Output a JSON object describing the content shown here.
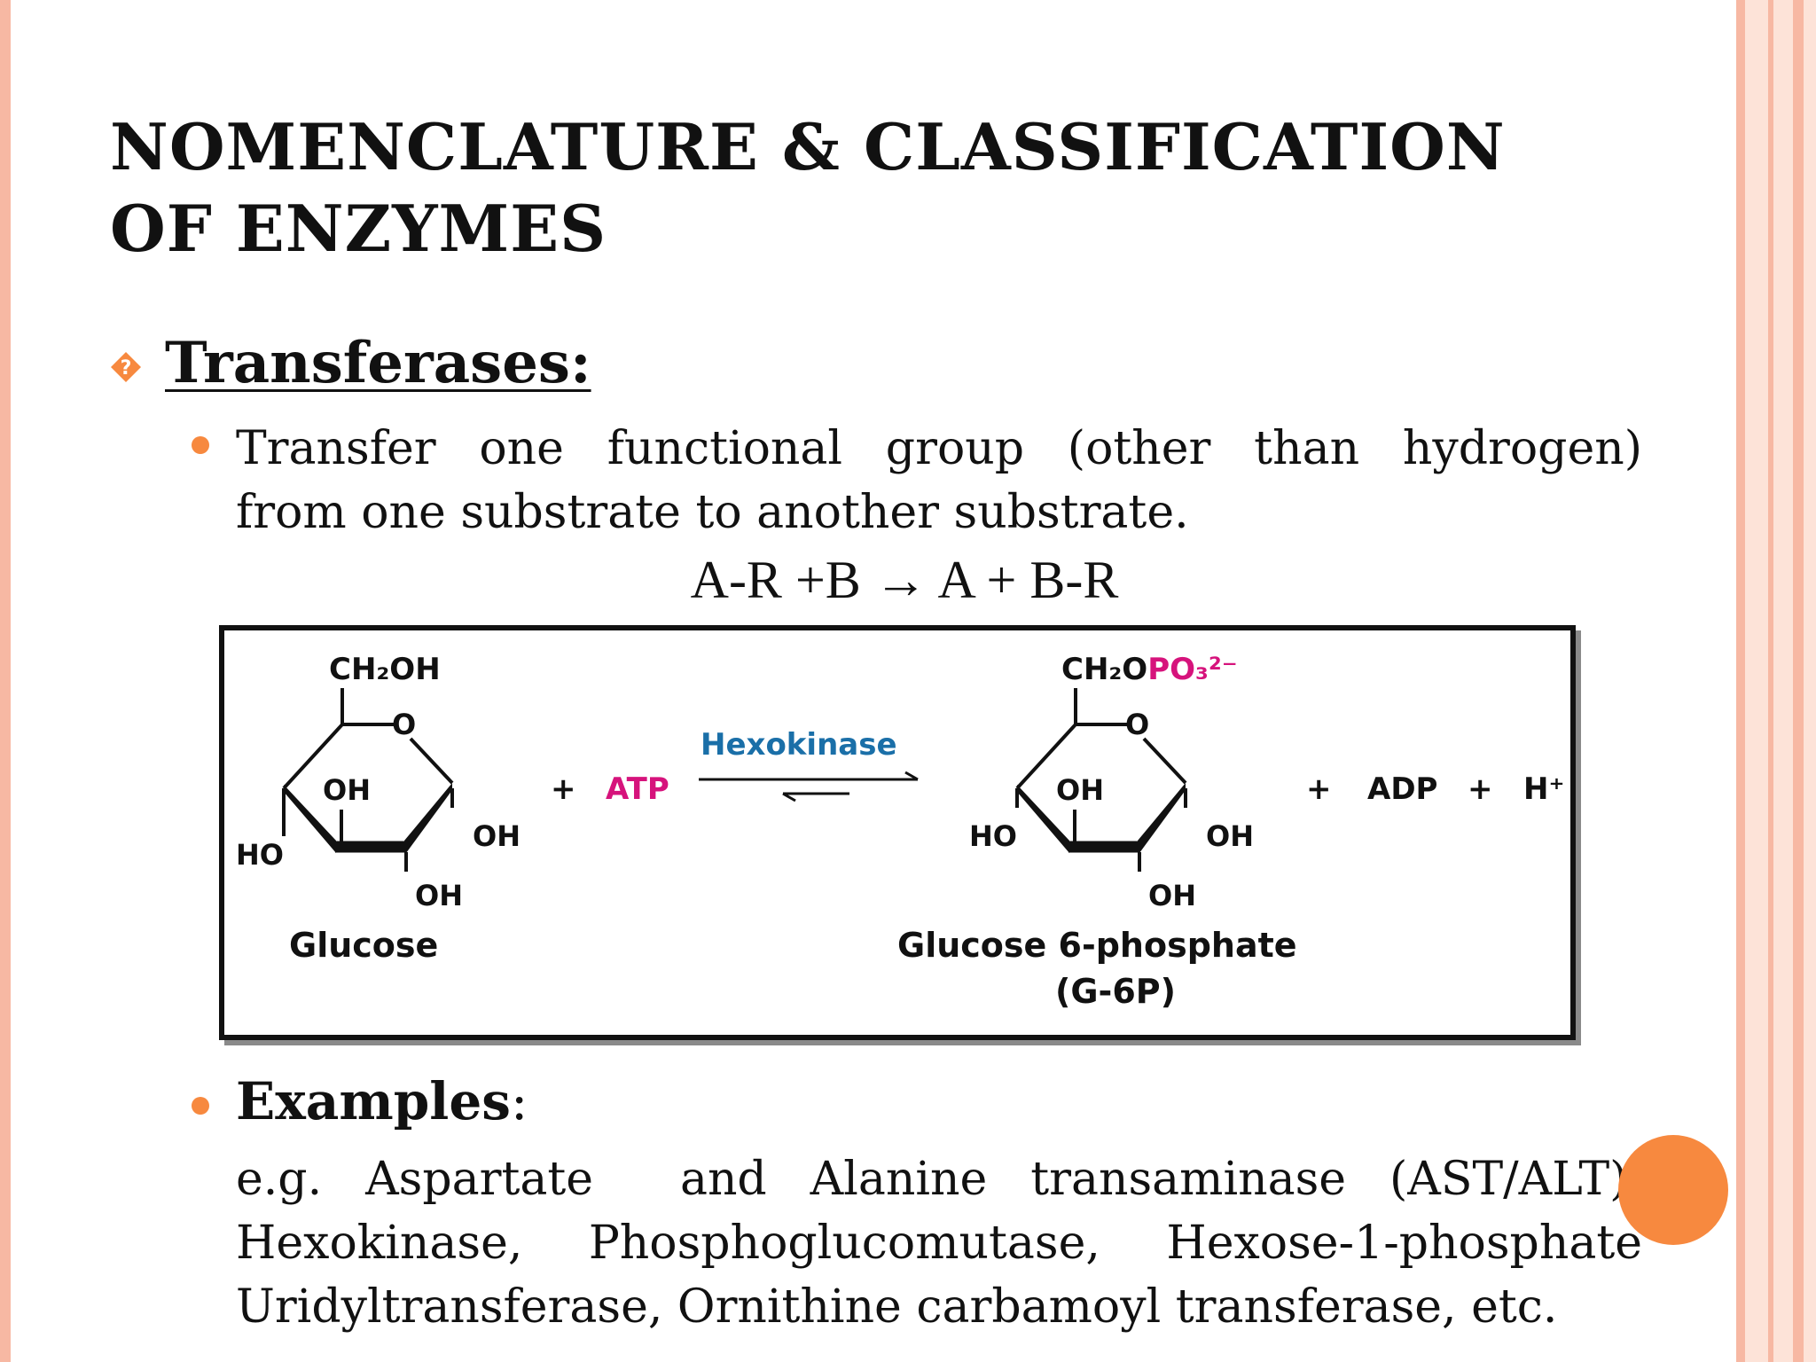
{
  "slide": {
    "title_lines": [
      "NOMENCLATURE & CLASSIFICATION",
      "OF ENZYMES"
    ],
    "section": {
      "heading": "Transferases:",
      "definition_lines": [
        "Transfer one functional group (other than hydrogen)",
        "from one substrate to another substrate."
      ],
      "equation": "A-R +B → A + B-R",
      "reaction": {
        "substrate_top_label": "CH₂OH",
        "ring_oxygen": "O",
        "hydroxyl": "OH",
        "ho": "HO",
        "substrate_name": "Glucose",
        "plus": "+",
        "atp": "ATP",
        "enzyme": "Hexokinase",
        "product_top_prefix": "CH₂O",
        "product_top_phosphate": "PO₃²⁻",
        "product_name": "Glucose 6-phosphate",
        "product_abbrev": "(G-6P)",
        "adp": "ADP",
        "proton": "H⁺"
      },
      "examples_label": "Examples",
      "examples_colon": ":",
      "examples_lines": [
        "e.g. Aspartate  and Alanine transaminase (AST/ALT),",
        "Hexokinase, Phosphoglucomutase, Hexose-1-phosphate",
        "Uridyltransferase, Ornithine carbamoyl transferase, etc."
      ]
    }
  },
  "colors": {
    "stripe": "#f7b8a3",
    "band": "#fde3d8",
    "bullet": "#f7893f",
    "atp_magenta": "#d6137c",
    "enzyme_blue": "#1a6fa8"
  }
}
